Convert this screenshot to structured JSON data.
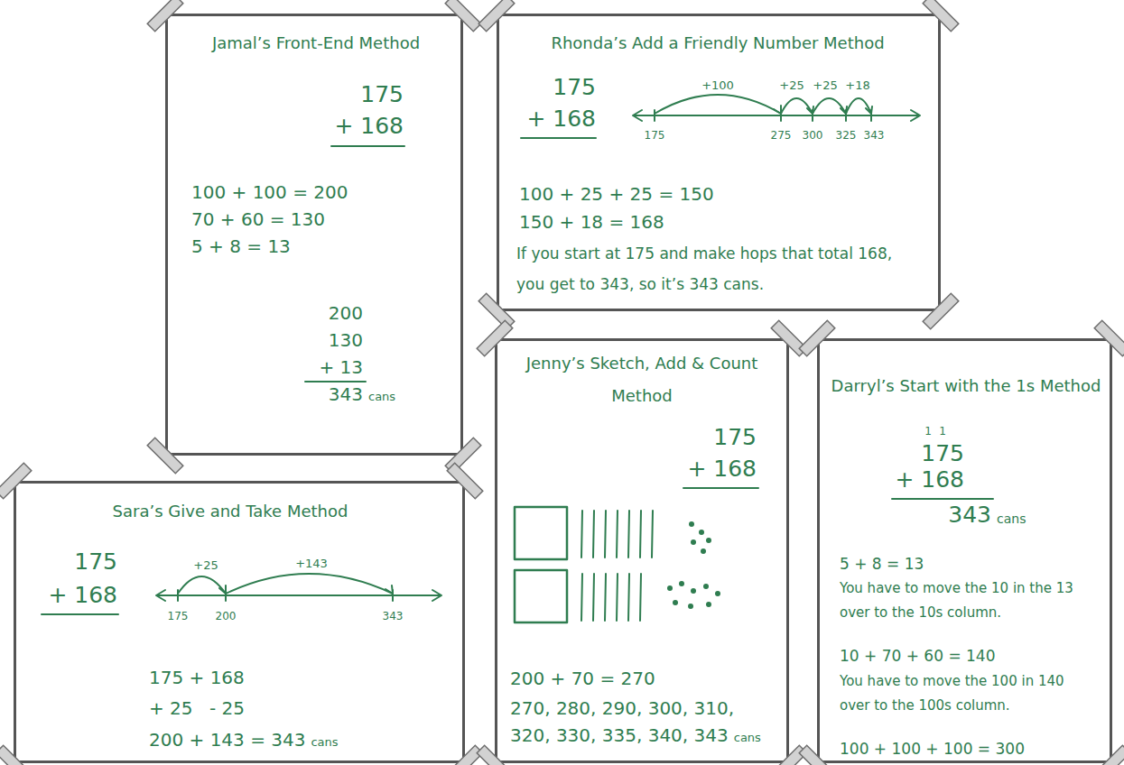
{
  "diagram": {
    "nodes": [
      {
        "text": [
          "Jamal’s Front-End Method",
          "175",
          "+ 168",
          "100 + 100 = 200",
          "70 + 60 = 130",
          "5 + 8 = 13",
          "200",
          "130",
          "+ 13",
          "343",
          "cans"
        ]
      },
      {
        "text": [
          "Rhonda’s Add a Friendly Number Method",
          "175",
          "+ 168",
          "+100",
          "+25",
          "+25",
          "+18",
          "175",
          "275",
          "300",
          "325",
          "343",
          "100 + 25 + 25 = 150",
          "150 + 18 = 168",
          "If you start at 175 and make hops that total 168, you get to 343, so it’s 343 cans."
        ]
      },
      {
        "text": [
          "Sara’s Give and Take Method",
          "175",
          "+ 168",
          "+25",
          "+143",
          "175",
          "200",
          "343",
          "175 + 168",
          "+ 25",
          "- 25",
          "200 + 143 = 343",
          "cans"
        ]
      },
      {
        "text": [
          "Jenny’s Sketch, Add & Count Method",
          "175",
          "+ 168",
          "200 + 70 = 270",
          "270, 280, 290, 300, 310, 320, 330, 335, 340, 343",
          "cans"
        ]
      },
      {
        "text": [
          "Darryl’s Start with the 1s Method",
          "1",
          "1",
          "175",
          "+ 168",
          "343",
          "cans",
          "5 + 8 = 13",
          "You have to move the 10 in the 13 over to the 10s column.",
          "10 + 70 + 60 = 140",
          "You have to move the 100 in 140 over to the 100s column.",
          "100 + 100 + 100 = 300"
        ]
      }
    ]
  }
}
